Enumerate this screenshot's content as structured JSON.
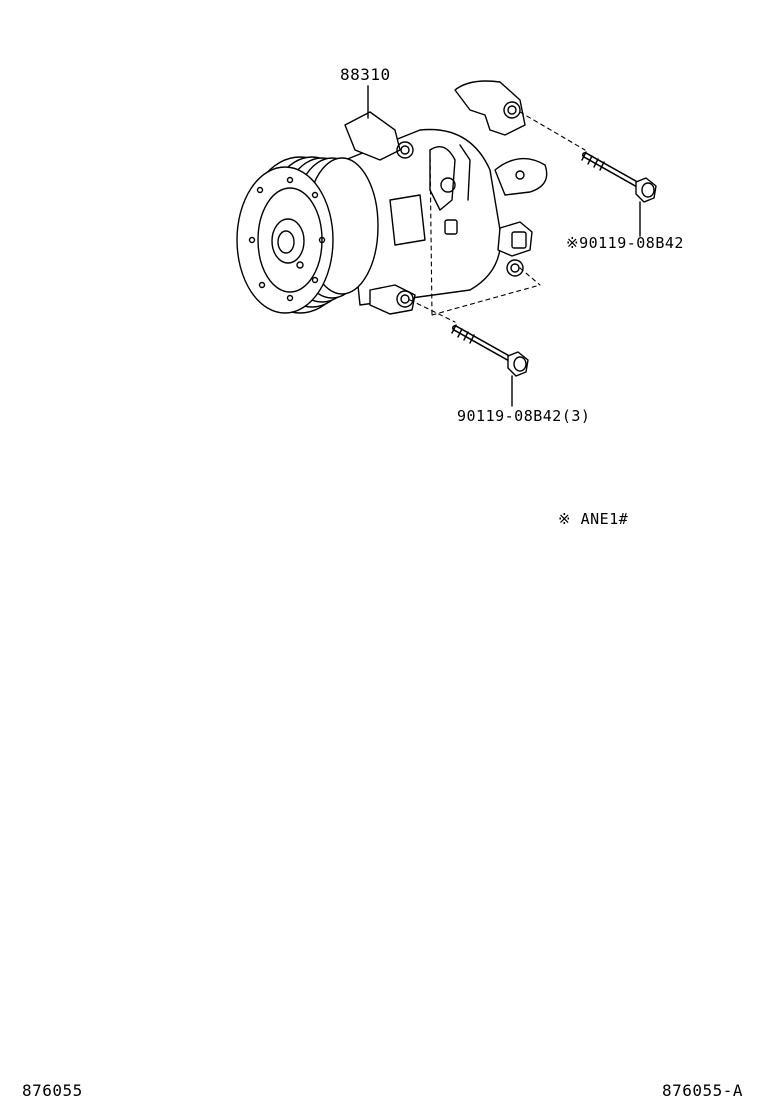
{
  "parts": {
    "compressor": "88310",
    "bolt_upper": "※90119-08B42",
    "bolt_lower": "90119-08B42(3)"
  },
  "note": "※ ANE1#",
  "footer": {
    "illustration_id": "876055",
    "illustration_ref": "876055-A"
  }
}
